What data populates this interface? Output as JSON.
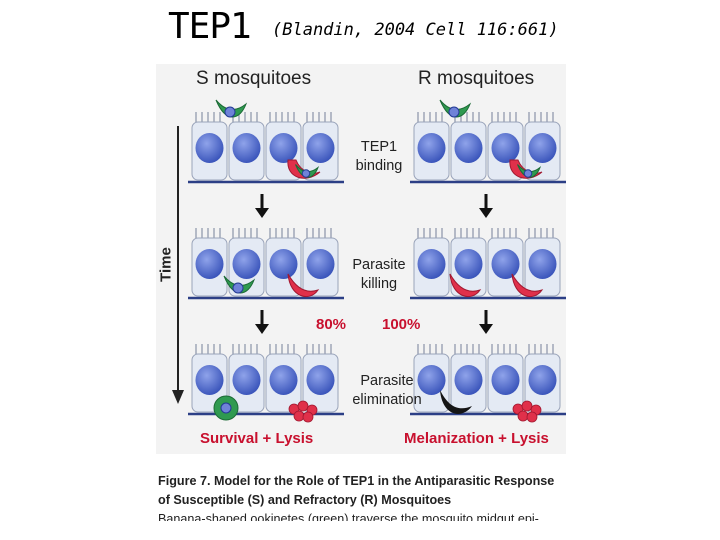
{
  "header": {
    "title": "TEP1",
    "reference": "(Blandin, 2004 Cell 116:661)"
  },
  "figure": {
    "left_column_title": "S mosquitoes",
    "right_column_title": "R mosquitoes",
    "axis_label": "Time",
    "step_labels": [
      "TEP1\nbinding",
      "Parasite\nkilling",
      "Parasite\nelimination"
    ],
    "percent_left": "80%",
    "percent_right": "100%",
    "outcome_left": "Survival + Lysis",
    "outcome_right": "Melanization + Lysis",
    "colors": {
      "cell_fill": "#e4eaf4",
      "nucleus": "#4a63c8",
      "membrane": "#2c3f86",
      "ookinete_green": "#2f9a50",
      "tep1_red": "#e0304a",
      "melanin": "#151515",
      "accent_red": "#c8102e"
    }
  },
  "caption": {
    "line1": "Figure 7.  Model for the Role of TEP1 in the Antiparasitic Response",
    "line2": "of Susceptible (S) and Refractory (R) Mosquitoes",
    "line3": "Banana-shaped ookinetes (green) traverse the mosquito midgut epi-"
  }
}
